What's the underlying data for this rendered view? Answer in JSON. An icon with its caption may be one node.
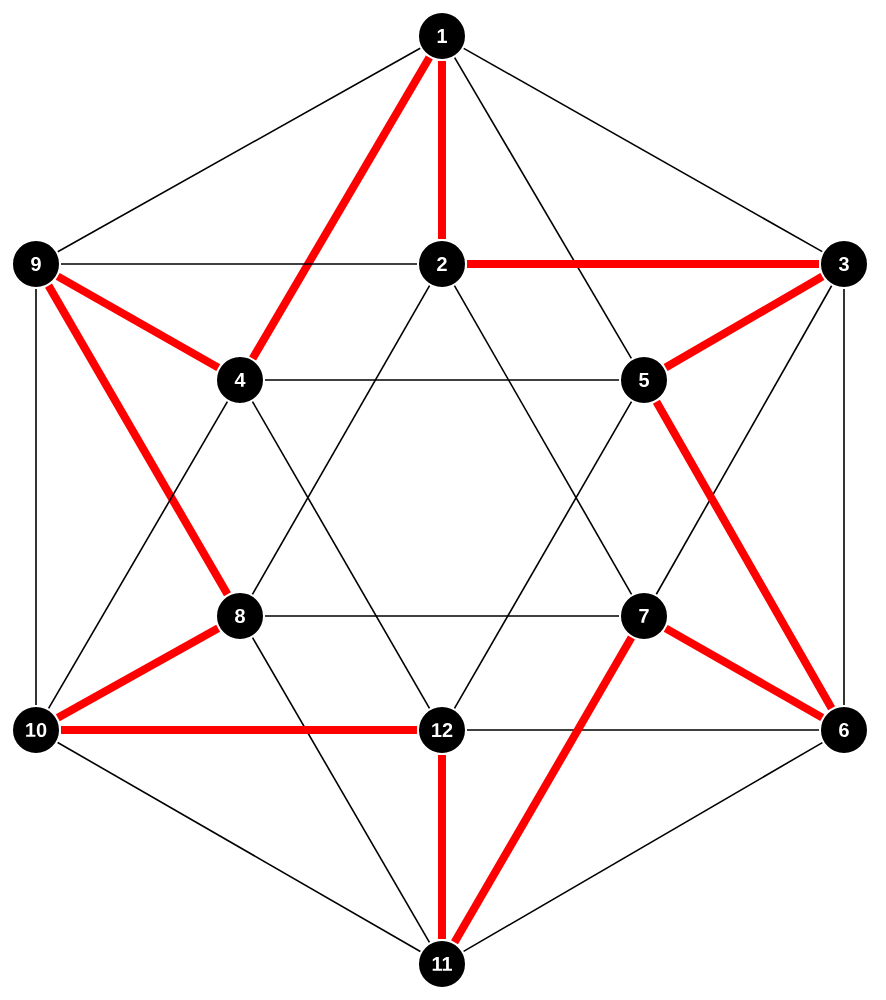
{
  "diagram": {
    "nodes": [
      {
        "text": [
          "1"
        ]
      },
      {
        "text": [
          "2"
        ]
      },
      {
        "text": [
          "3"
        ]
      },
      {
        "text": [
          "4"
        ]
      },
      {
        "text": [
          "5"
        ]
      },
      {
        "text": [
          "6"
        ]
      },
      {
        "text": [
          "7"
        ]
      },
      {
        "text": [
          "8"
        ]
      },
      {
        "text": [
          "9"
        ]
      },
      {
        "text": [
          "10"
        ]
      },
      {
        "text": [
          "11"
        ]
      },
      {
        "text": [
          "12"
        ]
      }
    ],
    "edges": [
      {
        "from": 0,
        "to": 8,
        "arrow": "none"
      },
      {
        "from": 0,
        "to": 2,
        "arrow": "none"
      },
      {
        "from": 0,
        "to": 1,
        "arrow": "none",
        "style": "thick",
        "color": "#ff0000"
      },
      {
        "from": 0,
        "to": 3,
        "arrow": "none",
        "style": "thick",
        "color": "#ff0000"
      },
      {
        "from": 0,
        "to": 4,
        "arrow": "none"
      },
      {
        "from": 8,
        "to": 1,
        "arrow": "none"
      },
      {
        "from": 1,
        "to": 2,
        "arrow": "none",
        "style": "thick",
        "color": "#ff0000"
      },
      {
        "from": 8,
        "to": 3,
        "arrow": "none",
        "style": "thick",
        "color": "#ff0000"
      },
      {
        "from": 8,
        "to": 7,
        "arrow": "none",
        "style": "thick",
        "color": "#ff0000"
      },
      {
        "from": 8,
        "to": 9,
        "arrow": "none"
      },
      {
        "from": 1,
        "to": 7,
        "arrow": "none"
      },
      {
        "from": 1,
        "to": 6,
        "arrow": "none"
      },
      {
        "from": 2,
        "to": 4,
        "arrow": "none",
        "style": "thick",
        "color": "#ff0000"
      },
      {
        "from": 2,
        "to": 5,
        "arrow": "none"
      },
      {
        "from": 2,
        "to": 6,
        "arrow": "none"
      },
      {
        "from": 3,
        "to": 4,
        "arrow": "none"
      },
      {
        "from": 3,
        "to": 9,
        "arrow": "none"
      },
      {
        "from": 3,
        "to": 11,
        "arrow": "none"
      },
      {
        "from": 4,
        "to": 5,
        "arrow": "none",
        "style": "thick",
        "color": "#ff0000"
      },
      {
        "from": 4,
        "to": 11,
        "arrow": "none"
      },
      {
        "from": 5,
        "to": 6,
        "arrow": "none",
        "style": "thick",
        "color": "#ff0000"
      },
      {
        "from": 5,
        "to": 11,
        "arrow": "none"
      },
      {
        "from": 5,
        "to": 10,
        "arrow": "none"
      },
      {
        "from": 6,
        "to": 7,
        "arrow": "none"
      },
      {
        "from": 6,
        "to": 10,
        "arrow": "none",
        "style": "thick",
        "color": "#ff0000"
      },
      {
        "from": 7,
        "to": 9,
        "arrow": "none",
        "style": "thick",
        "color": "#ff0000"
      },
      {
        "from": 7,
        "to": 10,
        "arrow": "none"
      },
      {
        "from": 9,
        "to": 11,
        "arrow": "none",
        "style": "thick",
        "color": "#ff0000"
      },
      {
        "from": 9,
        "to": 10,
        "arrow": "none"
      },
      {
        "from": 11,
        "to": 10,
        "arrow": "none",
        "style": "thick",
        "color": "#ff0000"
      }
    ]
  }
}
